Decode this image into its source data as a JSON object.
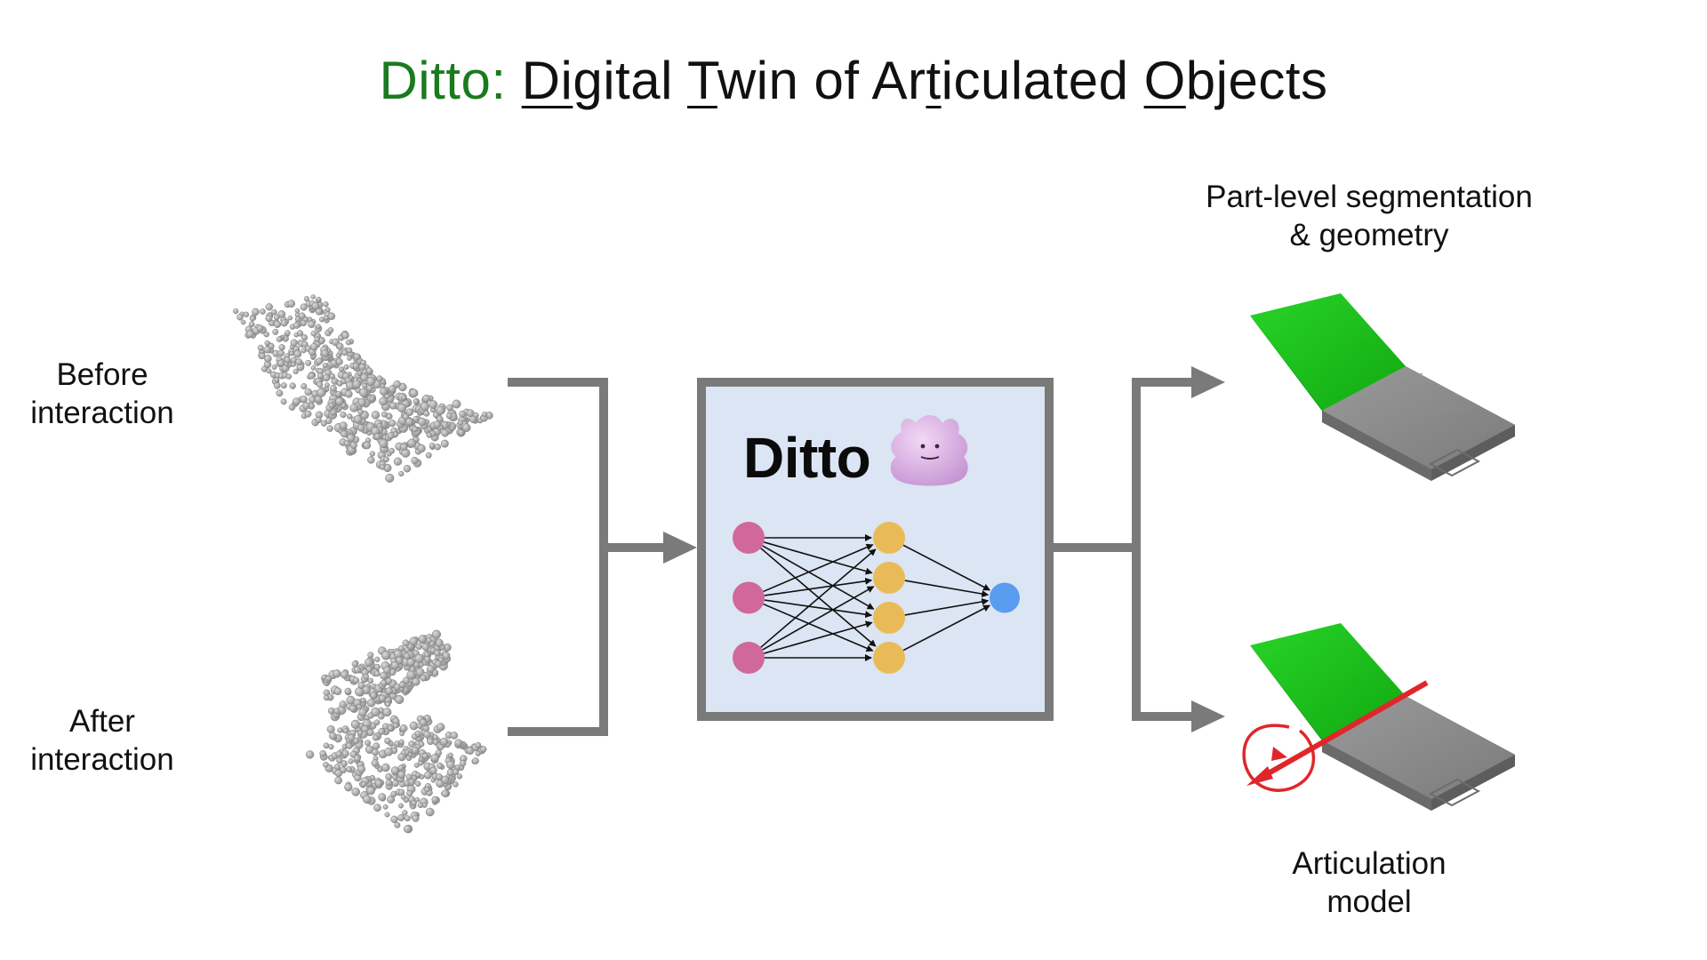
{
  "title": {
    "brand": "Ditto:",
    "p1": "Di",
    "p2": "gital ",
    "p3": "T",
    "p4": "win of Ar",
    "p5": "t",
    "p6": "iculated ",
    "p7": "O",
    "p8": "bjects"
  },
  "inputs": {
    "before_line1": "Before",
    "before_line2": "interaction",
    "after_line1": "After",
    "after_line2": "interaction"
  },
  "model": {
    "name": "Ditto",
    "mascot": "ditto-pokemon-icon",
    "network": {
      "input_nodes": 3,
      "hidden_nodes": 4,
      "output_nodes": 1
    }
  },
  "outputs": {
    "segmentation_line1": "Part-level segmentation",
    "segmentation_line2": "& geometry",
    "articulation_line1": "Articulation",
    "articulation_line2": "model"
  },
  "colors": {
    "brand_green": "#1a7a1f",
    "box_fill": "#dce5f3",
    "connector_gray": "#7a7a7a",
    "input_node": "#d0689c",
    "hidden_node": "#e9bb58",
    "output_node": "#5a9cf0",
    "mobile_part": "#1ec41e",
    "static_part": "#8a8a8a",
    "axis_red": "#e0262b"
  }
}
